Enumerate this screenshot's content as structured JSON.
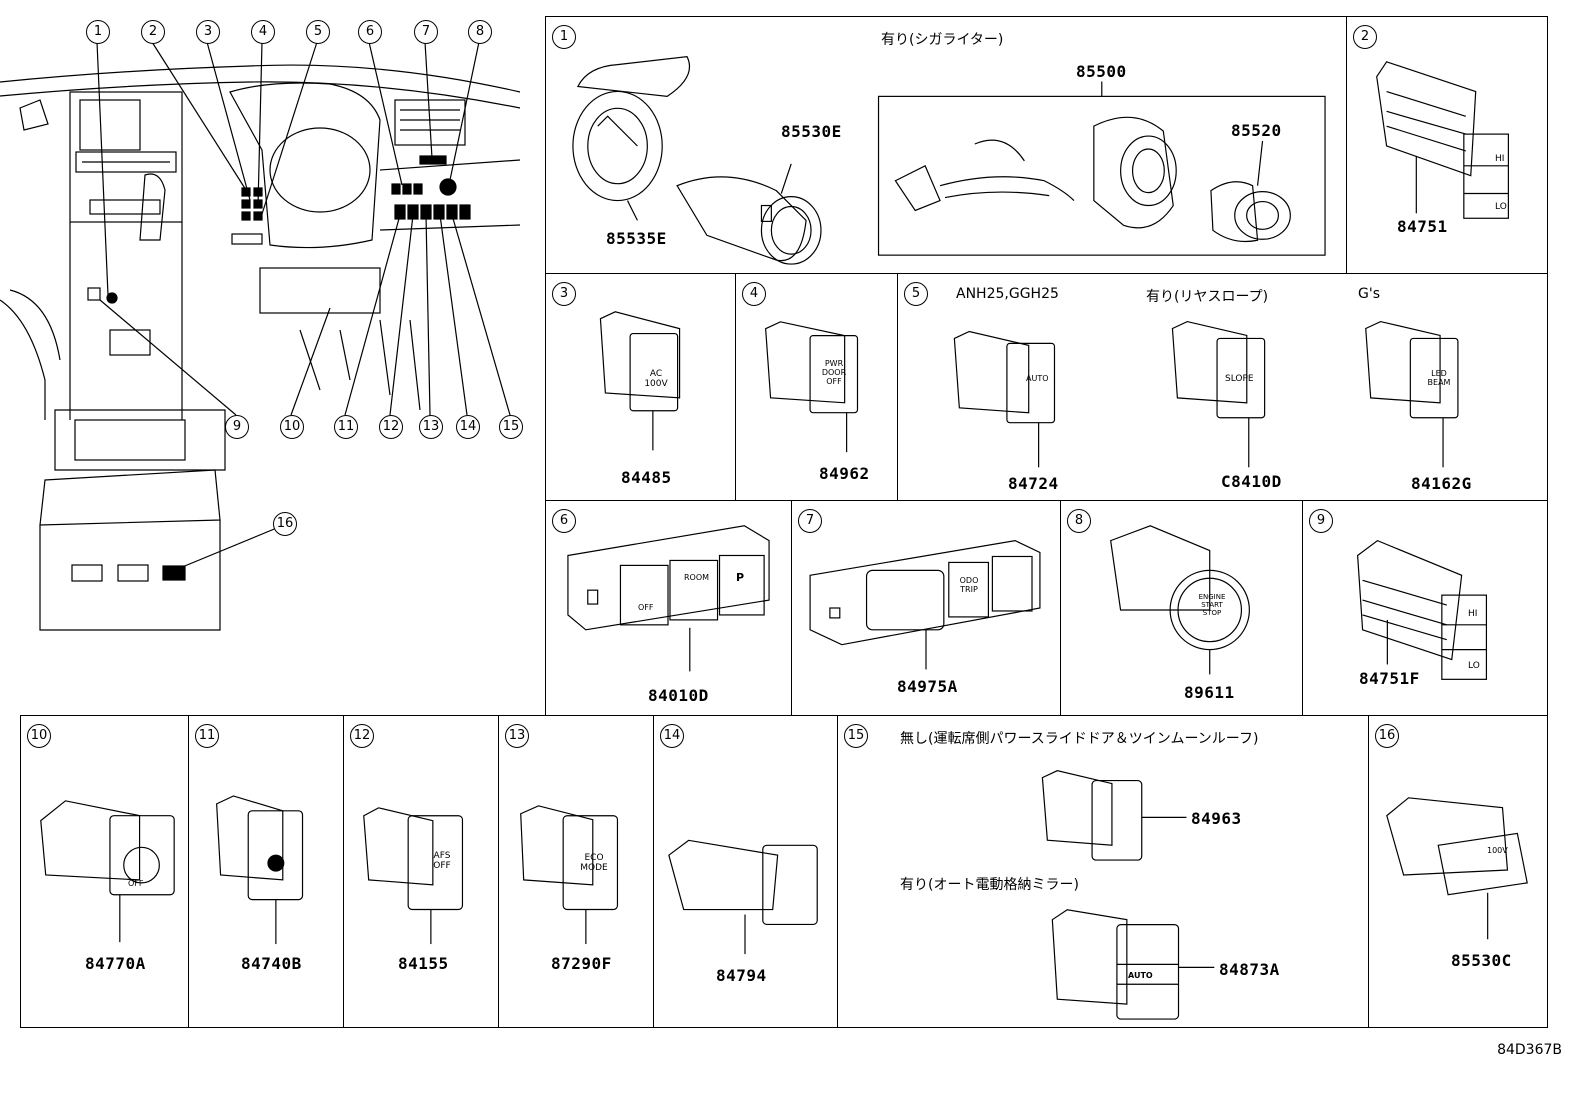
{
  "diagram_code": "84D367B",
  "overview": {
    "callouts": [
      "1",
      "2",
      "3",
      "4",
      "5",
      "6",
      "7",
      "8",
      "9",
      "10",
      "11",
      "12",
      "13",
      "14",
      "15",
      "16"
    ]
  },
  "sections": [
    {
      "num": "1",
      "note": "有り(シガライター)",
      "group_label": "85500",
      "parts": [
        "85535E",
        "85530E",
        "85520"
      ]
    },
    {
      "num": "2",
      "parts": [
        "84751"
      ]
    },
    {
      "num": "3",
      "parts": [
        "84485"
      ]
    },
    {
      "num": "4",
      "parts": [
        "84962"
      ]
    },
    {
      "num": "5",
      "notes": [
        "ANH25,GGH25",
        "有り(リヤスロープ)",
        "G's"
      ],
      "parts": [
        "84724",
        "C8410D",
        "84162G"
      ]
    },
    {
      "num": "6",
      "parts": [
        "84010D"
      ]
    },
    {
      "num": "7",
      "parts": [
        "84975A"
      ]
    },
    {
      "num": "8",
      "parts": [
        "89611"
      ]
    },
    {
      "num": "9",
      "parts": [
        "84751F"
      ]
    },
    {
      "num": "10",
      "parts": [
        "84770A"
      ]
    },
    {
      "num": "11",
      "parts": [
        "84740B"
      ]
    },
    {
      "num": "12",
      "parts": [
        "84155"
      ]
    },
    {
      "num": "13",
      "parts": [
        "87290F"
      ]
    },
    {
      "num": "14",
      "parts": [
        "84794"
      ]
    },
    {
      "num": "15",
      "notes": [
        "無し(運転席側パワースライドドア＆ツインムーンルーフ)",
        "有り(オート電動格納ミラー)"
      ],
      "parts": [
        "84963",
        "84873A"
      ]
    },
    {
      "num": "16",
      "parts": [
        "85530C"
      ]
    }
  ],
  "switch_labels": {
    "s2_hi": "HI",
    "s2_lo": "LO",
    "s3": "AC 100V",
    "s4": "PWR DOOR OFF",
    "s5a": "AUTO",
    "s5b": "SLOPE",
    "s5c": "LED BEAM",
    "s6a": "OFF",
    "s6b": "ROOM",
    "s6c": "P",
    "s7": "ODO TRIP",
    "s8": "ENGINE START STOP",
    "s9_hi": "HI",
    "s9_lo": "LO",
    "s10": "OFF",
    "s12": "AFS OFF",
    "s13": "ECO MODE",
    "s15_auto": "AUTO",
    "s16": "100V"
  }
}
